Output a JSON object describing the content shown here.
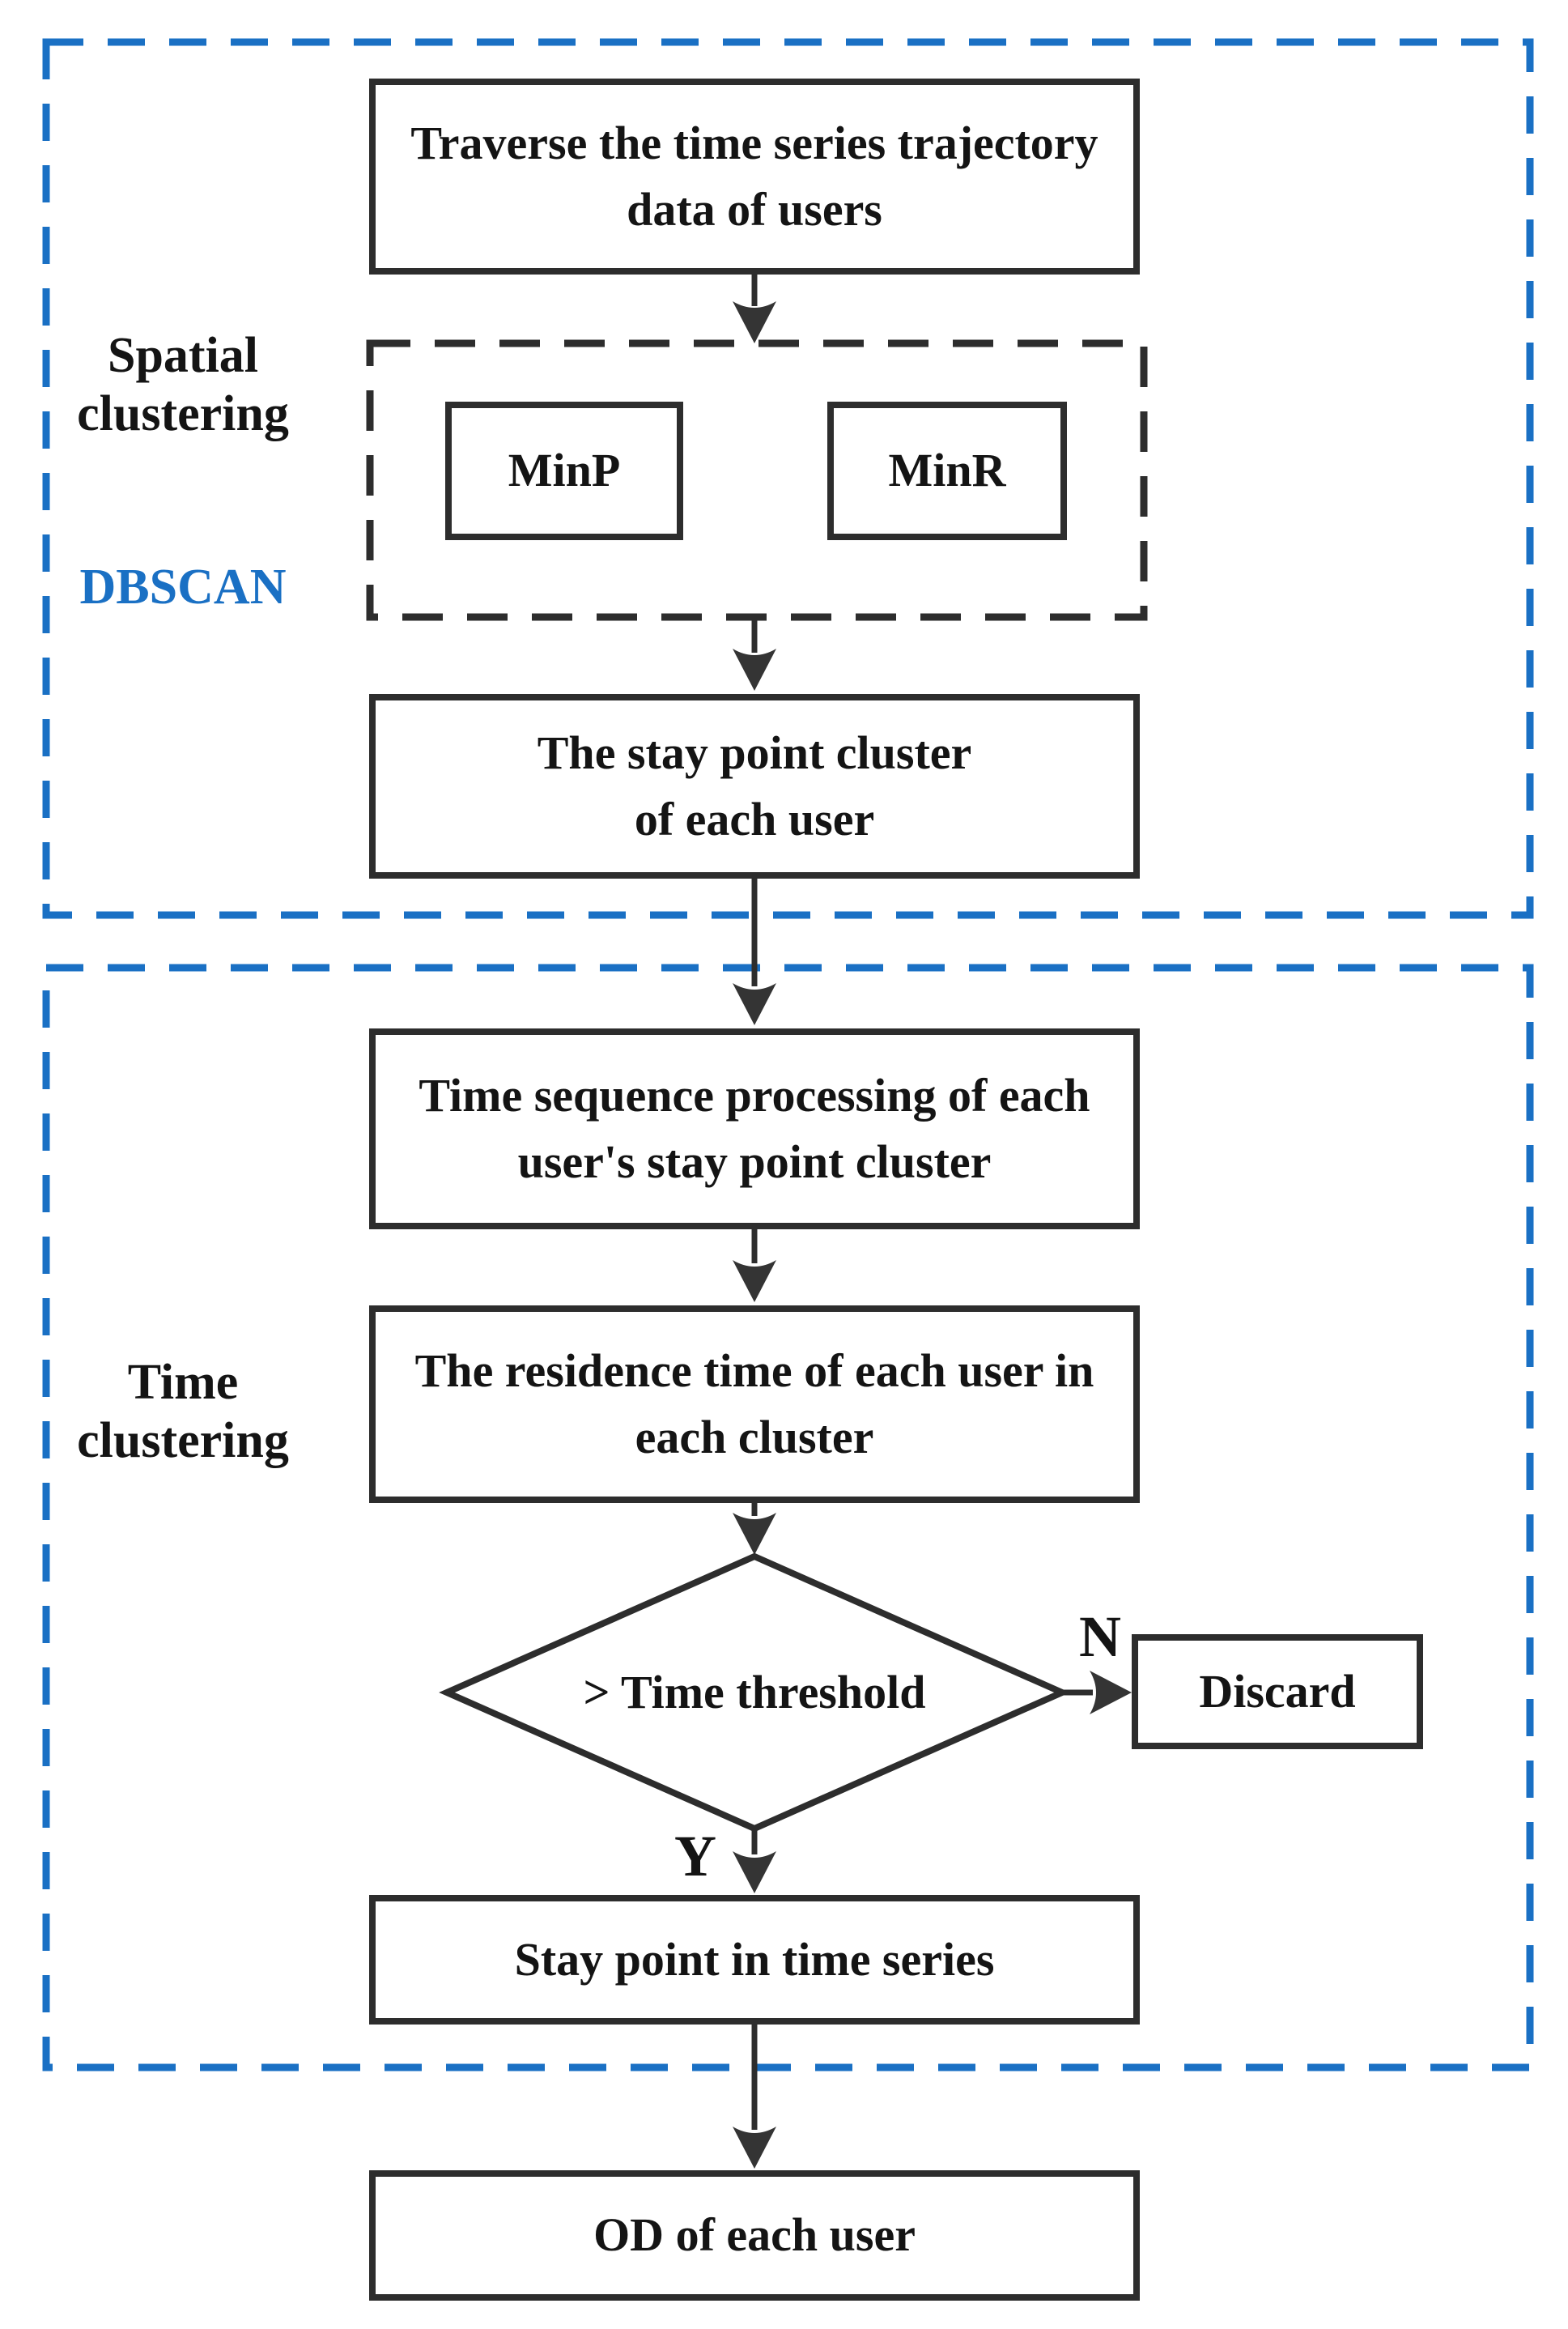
{
  "figure": {
    "type": "flowchart"
  },
  "regions": {
    "spatial": {
      "label_lines": [
        "Spatial",
        "clustering"
      ],
      "algorithm_label": "DBSCAN"
    },
    "time": {
      "label_lines": [
        "Time",
        "clustering"
      ]
    }
  },
  "nodes": {
    "traverse": {
      "lines": [
        "Traverse the time series trajectory",
        "data of users"
      ]
    },
    "min_p": {
      "label": "MinP"
    },
    "min_r": {
      "label": "MinR"
    },
    "stay_cluster": {
      "lines": [
        "The stay point cluster",
        "of each user"
      ]
    },
    "time_sequence": {
      "lines": [
        "Time sequence processing of each",
        "user's stay point cluster"
      ]
    },
    "residence_time": {
      "lines": [
        "The residence time of each user in",
        "each cluster"
      ]
    },
    "decision": {
      "label": "> Time threshold"
    },
    "discard": {
      "label": "Discard"
    },
    "stay_series": {
      "label": "Stay point in time series"
    },
    "od": {
      "label": "OD of each user"
    }
  },
  "branch_labels": {
    "no": "N",
    "yes": "Y"
  },
  "colors": {
    "region_dash_blue": "#1a70c4",
    "dbscan_text_blue": "#1a70c4",
    "line_dark": "#2d2d2d",
    "text_dark": "#141414"
  }
}
